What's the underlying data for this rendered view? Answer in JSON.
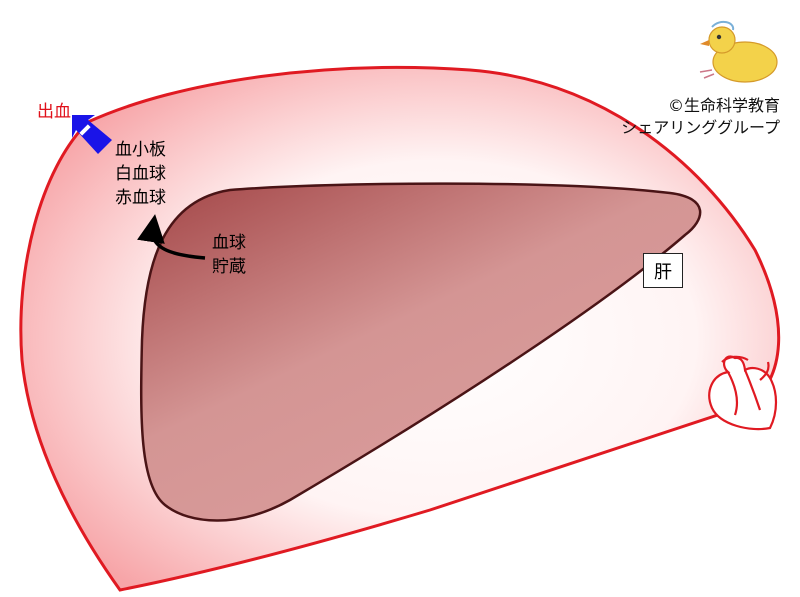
{
  "labels": {
    "bleeding": "出血",
    "cells_released": [
      "血小板",
      "白血球",
      "赤血球"
    ],
    "storage": [
      "血球",
      "貯蔵"
    ],
    "liver": "肝"
  },
  "credit": {
    "line1": "©生命科学教育",
    "line2": "シェアリンググループ"
  },
  "colors": {
    "body_outline": "#e01a22",
    "liver_fill": "#c57a79",
    "liver_outline": "#4a1416",
    "arrow": "#1a14e8"
  }
}
